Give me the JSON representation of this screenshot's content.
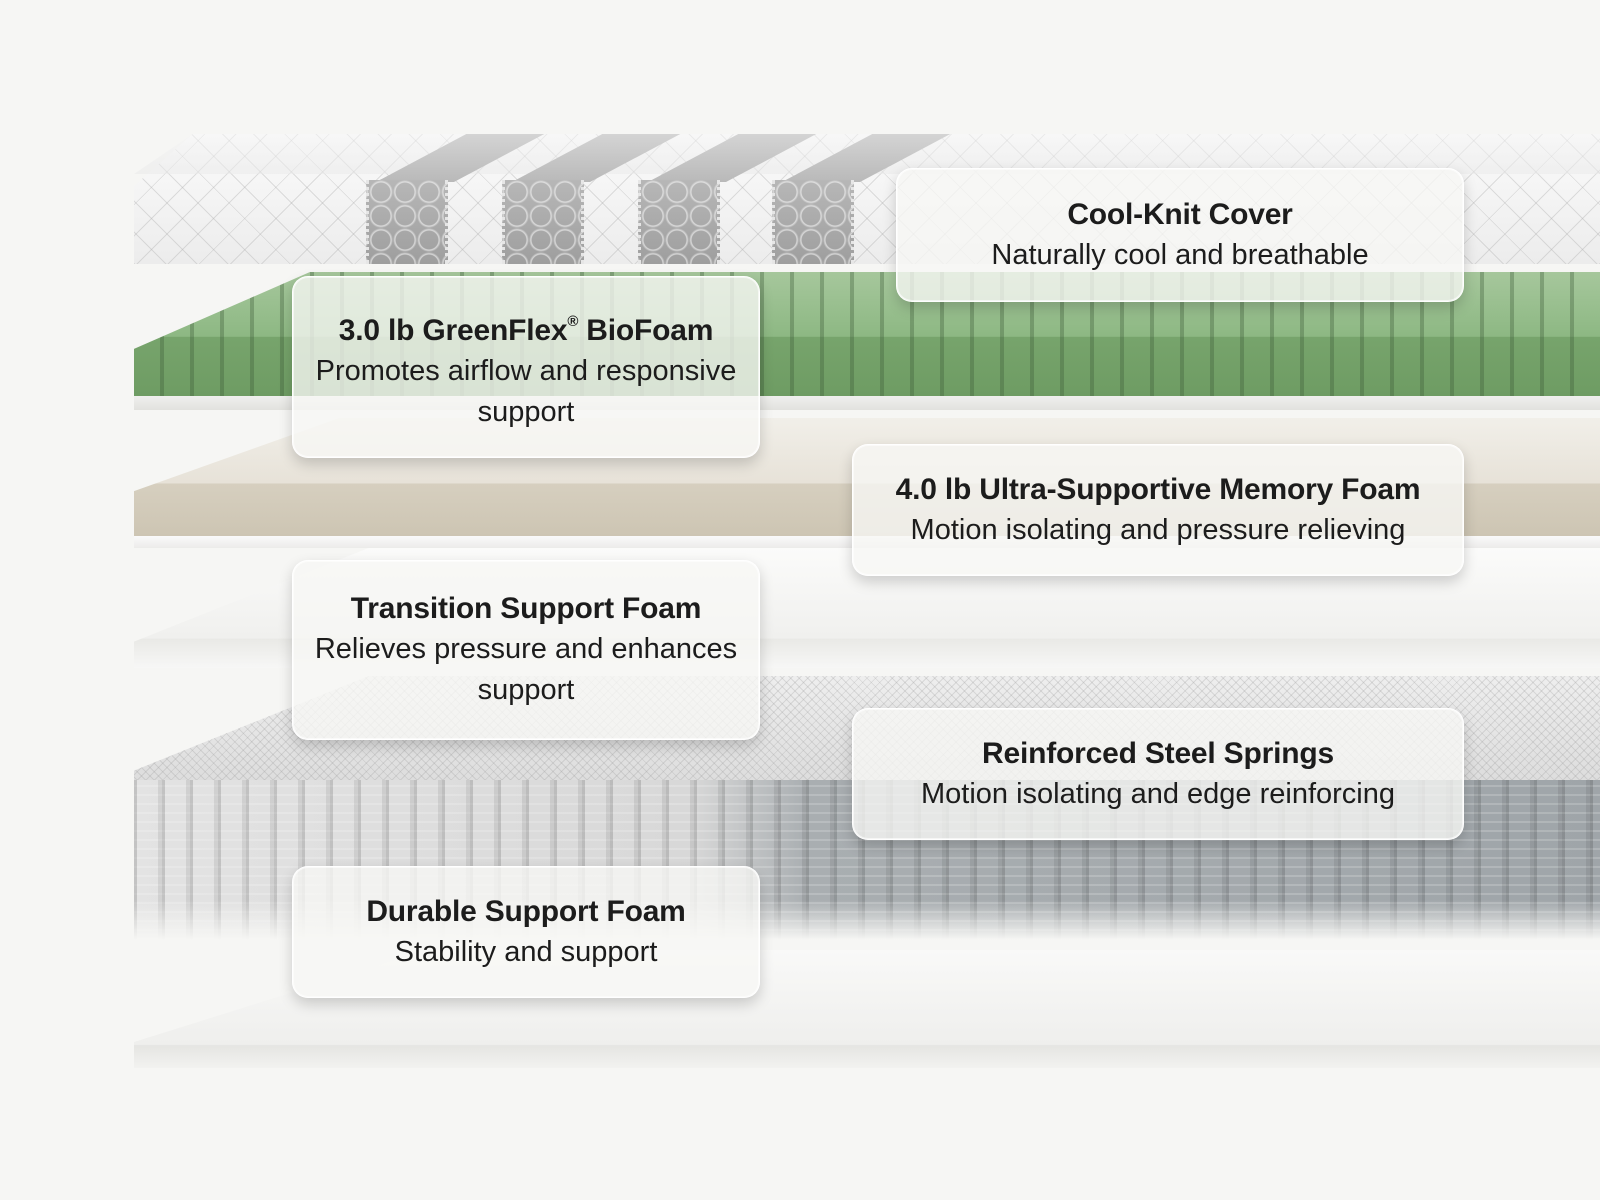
{
  "layers": [
    {
      "id": "cover",
      "title": "Cool-Knit Cover",
      "description": "Naturally cool and breathable"
    },
    {
      "id": "biofoam",
      "title_main": "3.0 lb GreenFlex",
      "title_mark": "®",
      "title_rest": " BioFoam",
      "description": "Promotes airflow and responsive support"
    },
    {
      "id": "memory",
      "title": "4.0 lb Ultra-Supportive Memory Foam",
      "description": "Motion isolating and pressure relieving"
    },
    {
      "id": "transition",
      "title": "Transition Support Foam",
      "description": "Relieves pressure and enhances support"
    },
    {
      "id": "springs",
      "title": "Reinforced Steel Springs",
      "description": "Motion isolating and edge reinforcing"
    },
    {
      "id": "base",
      "title": "Durable Support Foam",
      "description": "Stability and support"
    }
  ],
  "colors": {
    "background": "#f6f6f4",
    "biofoam": "#8db883",
    "memory_foam": "#e7e2d8",
    "springs": "#a9aeb1",
    "card": "#f7f7f5",
    "text": "#1c1c1c"
  }
}
